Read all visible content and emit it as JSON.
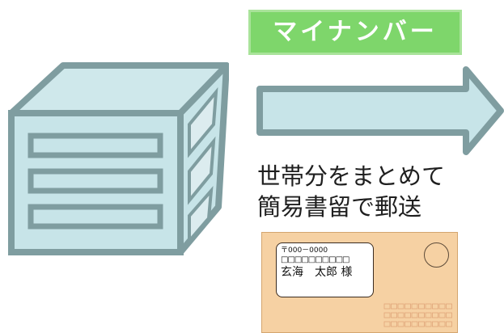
{
  "banner": {
    "label": "マイナンバー"
  },
  "caption": {
    "line1": "世帯分をまとめて",
    "line2": "簡易書留で郵送"
  },
  "envelope": {
    "postal_code": "〒000－0000",
    "address_placeholder": "□□□□□□□□□□",
    "recipient": "玄海　太郎 様"
  },
  "colors": {
    "banner_fill": "#7ed66b",
    "banner_border": "#a9e39a",
    "arrow_fill": "#c7e4e8",
    "arrow_stroke": "#7f9da0",
    "cabinet_fill": "#c7e4e8",
    "cabinet_stroke": "#7f9da0",
    "envelope_fill": "#f6d1a3",
    "barcode_stroke": "#e0a57a"
  }
}
